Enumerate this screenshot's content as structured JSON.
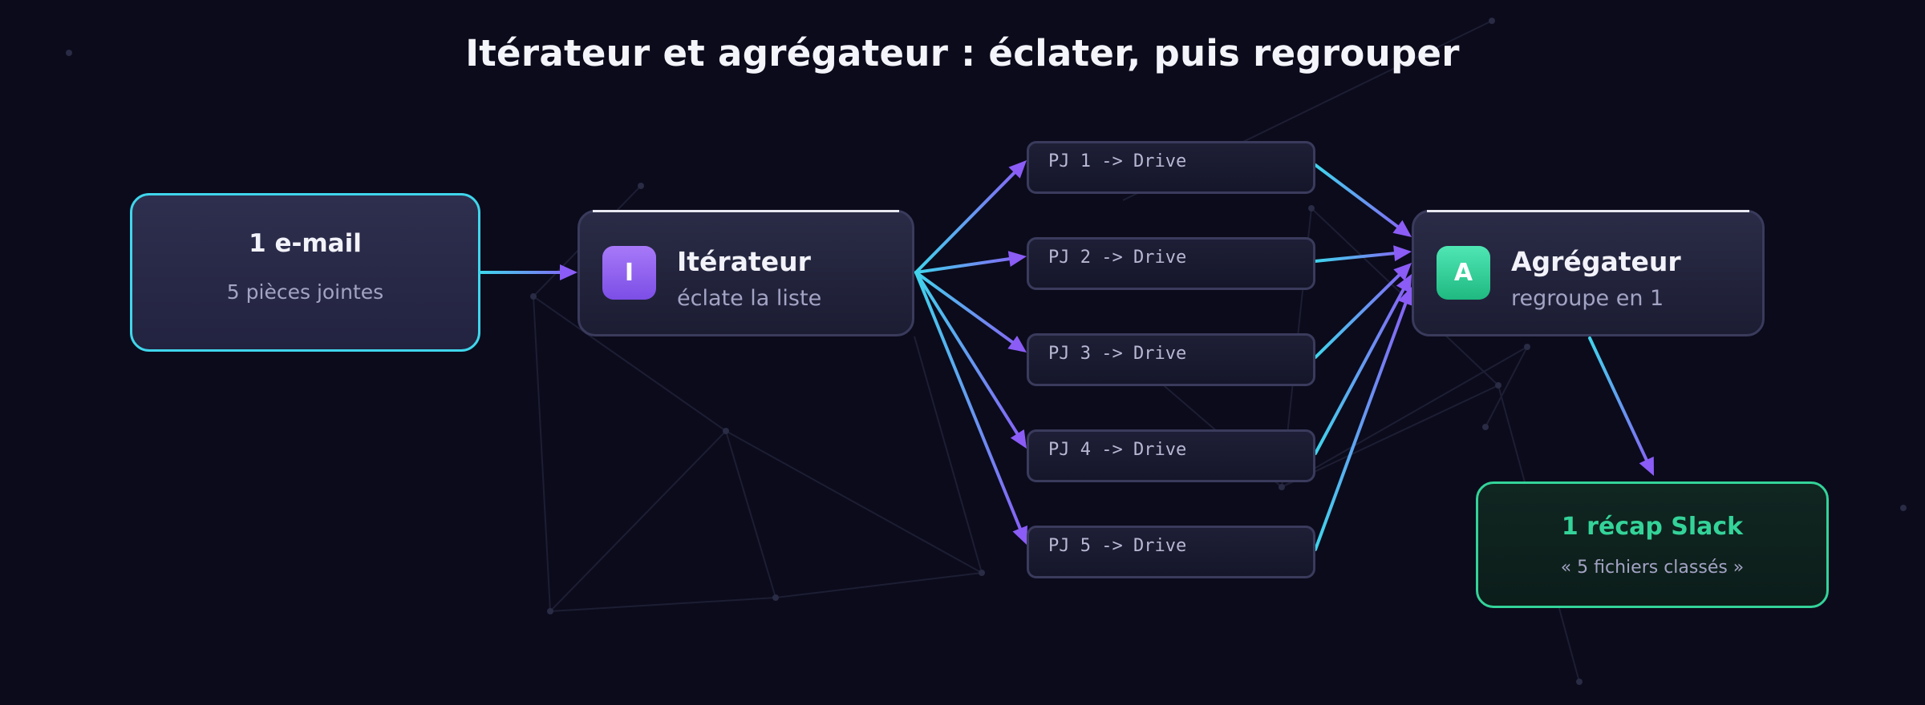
{
  "title": "Itérateur et agrégateur : éclater, puis regrouper",
  "source": {
    "title": "1 e-mail",
    "subtitle": "5 pièces jointes"
  },
  "iterator": {
    "badge": "I",
    "title": "Itérateur",
    "subtitle": "éclate la liste"
  },
  "branches": [
    {
      "label": "PJ 1 -> Drive"
    },
    {
      "label": "PJ 2 -> Drive"
    },
    {
      "label": "PJ 3 -> Drive"
    },
    {
      "label": "PJ 4 -> Drive"
    },
    {
      "label": "PJ 5 -> Drive"
    }
  ],
  "aggregator": {
    "badge": "A",
    "title": "Agrégateur",
    "subtitle": "regroupe en 1"
  },
  "output": {
    "title": "1 récap Slack",
    "subtitle": "« 5 fichiers classés »"
  },
  "colors": {
    "cyan": "#3fd6ec",
    "violet": "#8b5cf6",
    "green": "#34d399"
  }
}
